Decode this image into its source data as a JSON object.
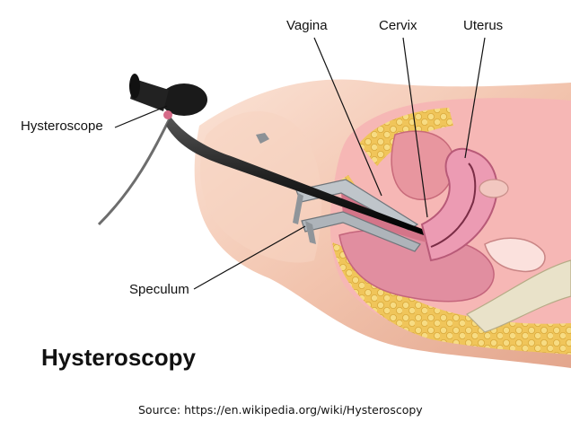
{
  "labels": {
    "vagina": "Vagina",
    "cervix": "Cervix",
    "uterus": "Uterus",
    "hysteroscope": "Hysteroscope",
    "speculum": "Speculum"
  },
  "title": "Hysteroscopy",
  "source": "Source: https://en.wikipedia.org/wiki/Hysteroscopy",
  "colors": {
    "skin": "#f3c8b4",
    "tissue": "#e58fa4",
    "fat": "#f3d069",
    "instrument": "#2b2b2b",
    "metal": "#9aa0a6"
  }
}
